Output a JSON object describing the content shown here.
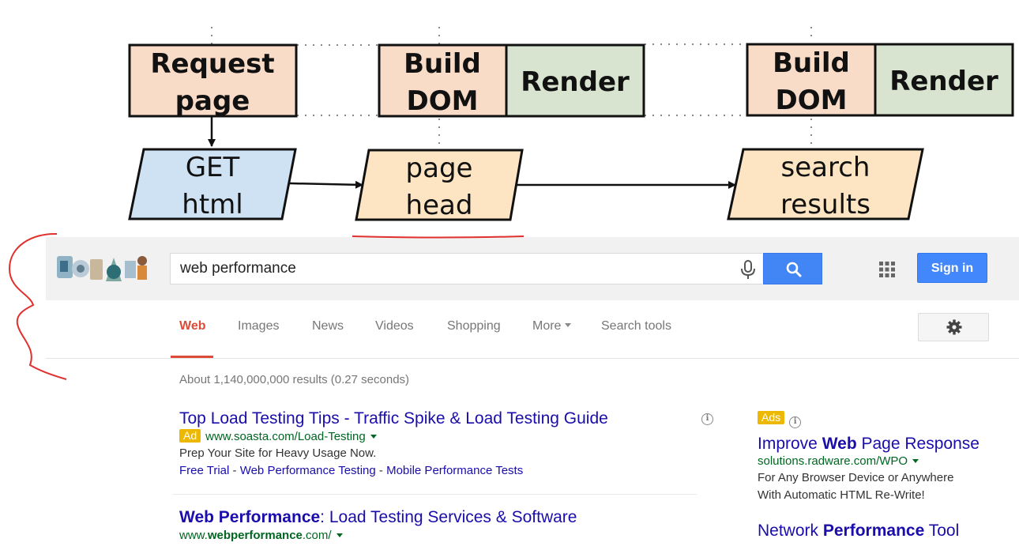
{
  "diagram": {
    "phases": [
      {
        "lines": [
          "Request",
          "page"
        ]
      },
      {
        "lines": [
          "Build",
          "DOM"
        ]
      },
      {
        "lines": [
          "Render"
        ]
      },
      {
        "lines": [
          "Build",
          "DOM"
        ]
      },
      {
        "lines": [
          "Render"
        ]
      }
    ],
    "resources": [
      {
        "lines": [
          "GET",
          "html"
        ],
        "color": "#cfe2f3"
      },
      {
        "lines": [
          "page",
          "head"
        ],
        "color": "#fde5c4"
      },
      {
        "lines": [
          "search",
          "results"
        ],
        "color": "#fde5c4"
      }
    ],
    "colors": {
      "build": "#f9dcc8",
      "render": "#d8e4d0",
      "annotation": "#e0312e"
    }
  },
  "search": {
    "query": "web performance",
    "sign_in": "Sign in"
  },
  "tabs": [
    {
      "label": "Web",
      "active": true
    },
    {
      "label": "Images"
    },
    {
      "label": "News"
    },
    {
      "label": "Videos"
    },
    {
      "label": "Shopping"
    },
    {
      "label": "More"
    },
    {
      "label": "Search tools"
    }
  ],
  "stats": "About 1,140,000,000 results (0.27 seconds)",
  "results": [
    {
      "title": "Top Load Testing Tips - Traffic Spike & Load Testing Guide",
      "ad": "Ad",
      "url": "www.soasta.com/Load-Testing",
      "desc": "Prep Your Site for Heavy Usage Now.",
      "links": [
        "Free Trial",
        "Web Performance Testing",
        "Mobile Performance Tests"
      ],
      "link_sep": " - "
    },
    {
      "title_bold": "Web Performance",
      "title_rest": ": Load Testing Services & Software",
      "url_pre": "www.",
      "url_bold": "webperformance",
      "url_post": ".com/"
    }
  ],
  "side": {
    "ads_label": "Ads",
    "ads": [
      {
        "title_pre": "Improve ",
        "title_bold": "Web",
        "title_post": " Page Response",
        "url": "solutions.radware.com/WPO",
        "desc": [
          "For Any Browser Device or Anywhere",
          "With Automatic HTML Re-Write!"
        ]
      },
      {
        "title_pre": "Network ",
        "title_bold": "Performance",
        "title_post": " Tool"
      }
    ]
  },
  "icons": {
    "mic": "microphone-icon",
    "search": "search-icon",
    "apps": "apps-grid-icon",
    "settings": "gear-icon",
    "info": "info-icon"
  }
}
